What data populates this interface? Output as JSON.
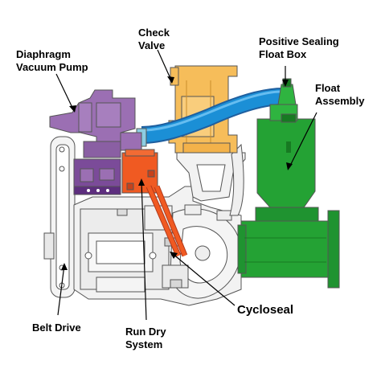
{
  "labels": {
    "check_valve": [
      "Check",
      "Valve"
    ],
    "diaphragm_pump": [
      "Diaphragm",
      "Vacuum Pump"
    ],
    "positive_float_box": [
      "Positive Sealing",
      "Float Box"
    ],
    "float_assembly": [
      "Float",
      "Assembly"
    ],
    "belt_drive": "Belt Drive",
    "run_dry": [
      "Run Dry",
      "System"
    ],
    "cycloseal": "Cycloseal"
  },
  "colors": {
    "check_valve": "#f6bd5a",
    "diaphragm_pump": "#9b6fb3",
    "diaphragm_base": "#6b3d8f",
    "blue_hose": "#1b8fd6",
    "float_assembly": "#24a234",
    "float_dark": "#177a22",
    "run_dry": "#f05a22",
    "pump_body": "#f2f2f2",
    "outline": "#5a5a5a"
  }
}
